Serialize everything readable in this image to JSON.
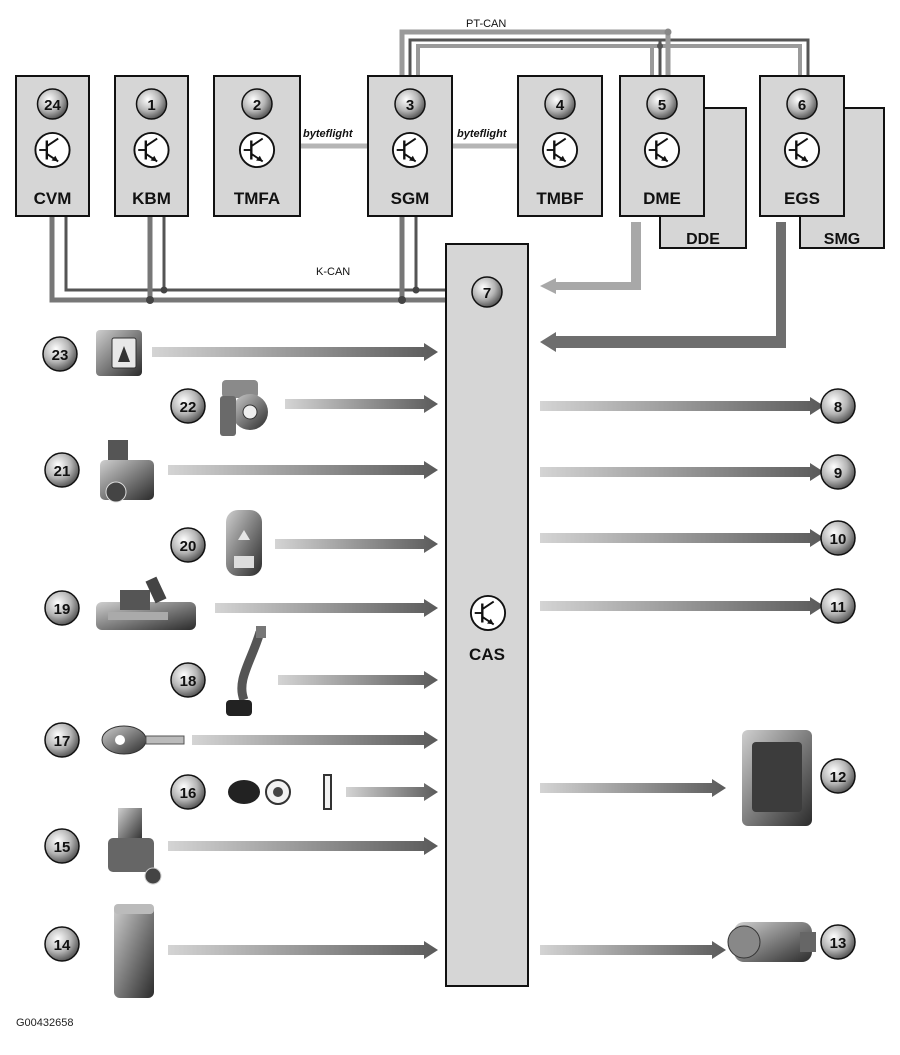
{
  "bus_labels": {
    "pt_can": "PT-CAN",
    "k_can": "K-CAN",
    "byteflight_left": "byteflight",
    "byteflight_right": "byteflight"
  },
  "modules": [
    {
      "id": "cvm",
      "number": "24",
      "label": "CVM"
    },
    {
      "id": "kbm",
      "number": "1",
      "label": "KBM"
    },
    {
      "id": "tmfa",
      "number": "2",
      "label": "TMFA"
    },
    {
      "id": "sgm",
      "number": "3",
      "label": "SGM"
    },
    {
      "id": "tmbf",
      "number": "4",
      "label": "TMBF"
    },
    {
      "id": "dme",
      "number": "5",
      "label": "DME"
    },
    {
      "id": "egs",
      "number": "6",
      "label": "EGS"
    }
  ],
  "sub_modules": {
    "dde": "DDE",
    "smg": "SMG"
  },
  "cas": {
    "number": "7",
    "label": "CAS"
  },
  "input_components": [
    "23",
    "22",
    "21",
    "20",
    "19",
    "18",
    "17",
    "16",
    "15",
    "14"
  ],
  "output_components": [
    "8",
    "9",
    "10",
    "11",
    "12",
    "13"
  ],
  "figure_id": "G00432658",
  "colors": {
    "module_fill": "#d6d6d6",
    "wire": "#555555",
    "bus": "#9a9a9a",
    "line": "#111111"
  }
}
